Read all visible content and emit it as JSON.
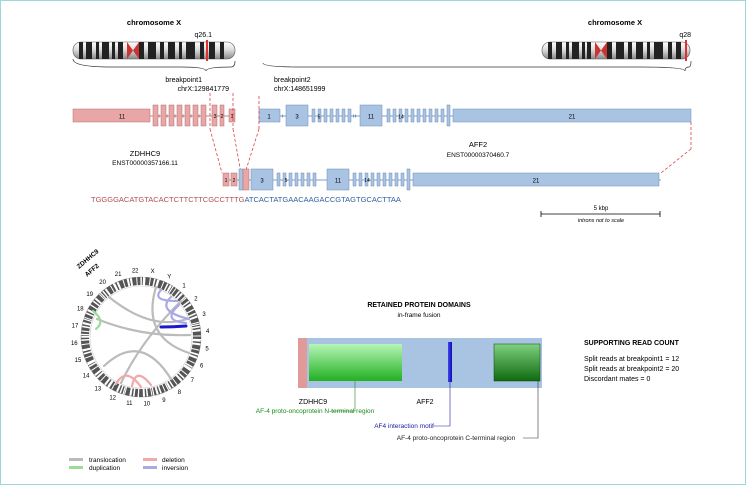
{
  "chromosomes": {
    "left": {
      "name": "chromosome X",
      "band": "q26.1"
    },
    "right": {
      "name": "chromosome X",
      "band": "q28"
    }
  },
  "breakpoints": {
    "bp1": {
      "label": "breakpoint1",
      "coord": "chrX:129841779"
    },
    "bp2": {
      "label": "breakpoint2",
      "coord": "chrX:148651999"
    }
  },
  "genes": {
    "gene5": {
      "name": "ZDHHC9",
      "transcript": "ENST00000357166.11",
      "color": "#e9a6a6"
    },
    "gene3": {
      "name": "AFF2",
      "transcript": "ENST00000370460.7",
      "color": "#a9c3e3"
    }
  },
  "exon_labels": {
    "zdhhc9": [
      "11",
      "3",
      "2",
      "1"
    ],
    "aff2": [
      "1",
      "3",
      "5",
      "11",
      "14",
      "21"
    ],
    "fusion": [
      "1",
      "2",
      "3",
      "5",
      "11",
      "14",
      "21"
    ]
  },
  "sequence": {
    "left": "TGGGGACATGTACACTCTTCTTCGCCTTTG",
    "right": "ATCACTATGAACAAGACCGTAGTGCACTTAA"
  },
  "scale": {
    "label": "5 kbp",
    "note": "introns not to scale"
  },
  "circos": {
    "chromosomes": [
      "X",
      "Y",
      "1",
      "2",
      "3",
      "4",
      "5",
      "6",
      "7",
      "8",
      "9",
      "10",
      "11",
      "12",
      "13",
      "14",
      "15",
      "16",
      "17",
      "18",
      "19",
      "20",
      "21",
      "22"
    ],
    "gene_labels": [
      "AFF2",
      "ZDHHC9"
    ]
  },
  "legend": [
    {
      "label": "translocation",
      "color": "#bbbbbb"
    },
    {
      "label": "duplication",
      "color": "#99dd99"
    },
    {
      "label": "deletion",
      "color": "#f2a8a8"
    },
    {
      "label": "inversion",
      "color": "#a9a9e6"
    }
  ],
  "protein": {
    "title": "RETAINED PROTEIN DOMAINS",
    "subtitle": "in-frame fusion",
    "gene5_label": "ZDHHC9",
    "gene3_label": "AFF2",
    "domains": [
      {
        "name": "AF-4 proto-oncoprotein N-terminal region",
        "color": "#1a8a1a"
      },
      {
        "name": "AF4 interaction motif",
        "color": "#1a1aa0"
      },
      {
        "name": "AF-4 proto-oncoprotein C-terminal region",
        "color": "#222222"
      }
    ]
  },
  "reads": {
    "title": "SUPPORTING READ COUNT",
    "lines": [
      "Split reads at breakpoint1 = 12",
      "Split reads at breakpoint2 = 20",
      "Discordant mates = 0"
    ]
  }
}
